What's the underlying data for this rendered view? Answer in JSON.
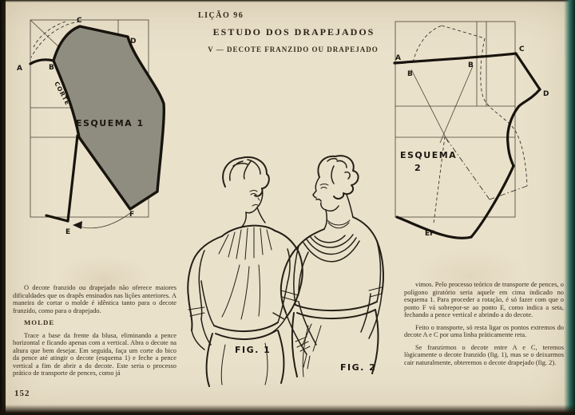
{
  "page": {
    "lesson": "LIÇÃO 96",
    "title": "ESTUDO DOS DRAPEJADOS",
    "subtitle": "V — DECOTE FRANZIDO OU DRAPEJADO",
    "page_number": "152"
  },
  "colors": {
    "paper": "#eae1cb",
    "ink": "#17130d",
    "pattern_shade": "#8f8c80",
    "edge_teal": "#2c6a5e"
  },
  "esquema1": {
    "caption": "ESQUEMA 1",
    "cut_label": "CORTE",
    "points": {
      "a": "A",
      "b": "B",
      "c": "C",
      "d": "D",
      "e": "E",
      "f": "F"
    }
  },
  "esquema2": {
    "caption_line1": "ESQUEMA",
    "caption_line2": "2",
    "points": {
      "a": "A",
      "b1": "B",
      "b2": "B",
      "c": "C",
      "d": "D",
      "ef": "EF"
    }
  },
  "figures": {
    "fig1_label": "FIG. 1",
    "fig2_label": "FIG. 2"
  },
  "left_column": {
    "paragraph1": "O decote franzido ou drapejado não oferece maiores dificuldades que os drapês ensinados nas lições anteriores. A maneira de cortar o molde é idêntica tanto para o decote franzido, como para o drapejado.",
    "heading": "MOLDE",
    "paragraph2": "Trace a base da frente da blusa, eliminando a pence horizontal e ficando apenas com a vertical. Abra o decote na altura que bem desejar. Em seguida, faça um corte do bico da pence até atingir o decote (esquema 1) e feche a pence vertical a fim de abrir a do decote. Este seria o processo prático de transporte de pences, como já"
  },
  "right_column": {
    "paragraph1": "vimos. Pelo processo teórico de transporte de pences, o polígono giratório seria aquele em cima indicado no esquema 1. Para proceder a rotação, é só fazer com que o ponto F vá sobrepor-se ao ponto E, como indica a seta, fechando a pence vertical e abrindo a do decote.",
    "paragraph2": "Feito o transporte, só resta ligar os pontos extremos do decote A e C por uma linha pràticamente reta.",
    "paragraph3": "Se franzirmos o decote entre A e C, teremos lògicamente o decote franzido (fig. 1), mas se o deixarmos cair naturalmente, obteremos o decote drapejado (fig. 2)."
  }
}
